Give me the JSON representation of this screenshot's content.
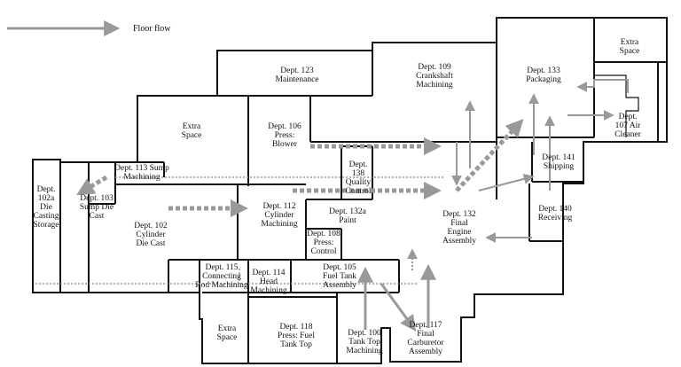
{
  "legend": {
    "label": "Floor flow"
  },
  "colors": {
    "wall": "#111111",
    "flow": "#999999",
    "background": "#ffffff"
  },
  "departments": [
    {
      "id": "d123",
      "lines": [
        "Dept. 123",
        "Maintenance"
      ]
    },
    {
      "id": "d109",
      "lines": [
        "Dept. 109",
        "Crankshaft",
        "Machining"
      ]
    },
    {
      "id": "d133",
      "lines": [
        "Dept. 133",
        "Packaging"
      ]
    },
    {
      "id": "extra_top",
      "lines": [
        "Extra",
        "Space"
      ]
    },
    {
      "id": "d107",
      "lines": [
        "Dept.",
        "107 Air",
        "Cleaner"
      ]
    },
    {
      "id": "extra_left",
      "lines": [
        "Extra",
        "Space"
      ]
    },
    {
      "id": "d106",
      "lines": [
        "Dept. 106",
        "Press:",
        "Blower"
      ]
    },
    {
      "id": "d141",
      "lines": [
        "Dept. 141",
        "Shipping"
      ]
    },
    {
      "id": "d113",
      "lines": [
        "Dept. 113 Sump",
        "Machining"
      ]
    },
    {
      "id": "d138",
      "lines": [
        "Dept.",
        "138",
        "Quality",
        "Control"
      ]
    },
    {
      "id": "d102a",
      "lines": [
        "Dept.",
        "102a",
        "Die",
        "Casting",
        "Storage"
      ]
    },
    {
      "id": "d103",
      "lines": [
        "Dept. 103",
        "Sump Die",
        "Cast"
      ]
    },
    {
      "id": "d140",
      "lines": [
        "Dept. 140",
        "Receiving"
      ]
    },
    {
      "id": "d112",
      "lines": [
        "Dept. 112",
        "Cylinder",
        "Machining"
      ]
    },
    {
      "id": "d132a",
      "lines": [
        "Dept. 132a",
        "Paint"
      ]
    },
    {
      "id": "d132",
      "lines": [
        "Dept. 132",
        "Final",
        "Engine",
        "Assembly"
      ]
    },
    {
      "id": "d102",
      "lines": [
        "Dept. 102",
        "Cylinder",
        "Die Cast"
      ]
    },
    {
      "id": "d108",
      "lines": [
        "Dept. 108",
        "Press:",
        "Control"
      ]
    },
    {
      "id": "d115",
      "lines": [
        "Dept. 115",
        "Connecting",
        "Rod Machining"
      ]
    },
    {
      "id": "d114",
      "lines": [
        "Dept. 114",
        "Head",
        "Machining"
      ]
    },
    {
      "id": "d105",
      "lines": [
        "Dept. 105",
        "Fuel Tank",
        "Assembly"
      ]
    },
    {
      "id": "extra_bottom",
      "lines": [
        "Extra",
        "Space"
      ]
    },
    {
      "id": "d118",
      "lines": [
        "Dept. 118",
        "Press: Fuel",
        "Tank Top"
      ]
    },
    {
      "id": "d100",
      "lines": [
        "Dept. 100",
        "Tank Top",
        "Machining"
      ]
    },
    {
      "id": "d117",
      "lines": [
        "Dept. 117",
        "Final",
        "Carburetor",
        "Assembly"
      ]
    }
  ]
}
